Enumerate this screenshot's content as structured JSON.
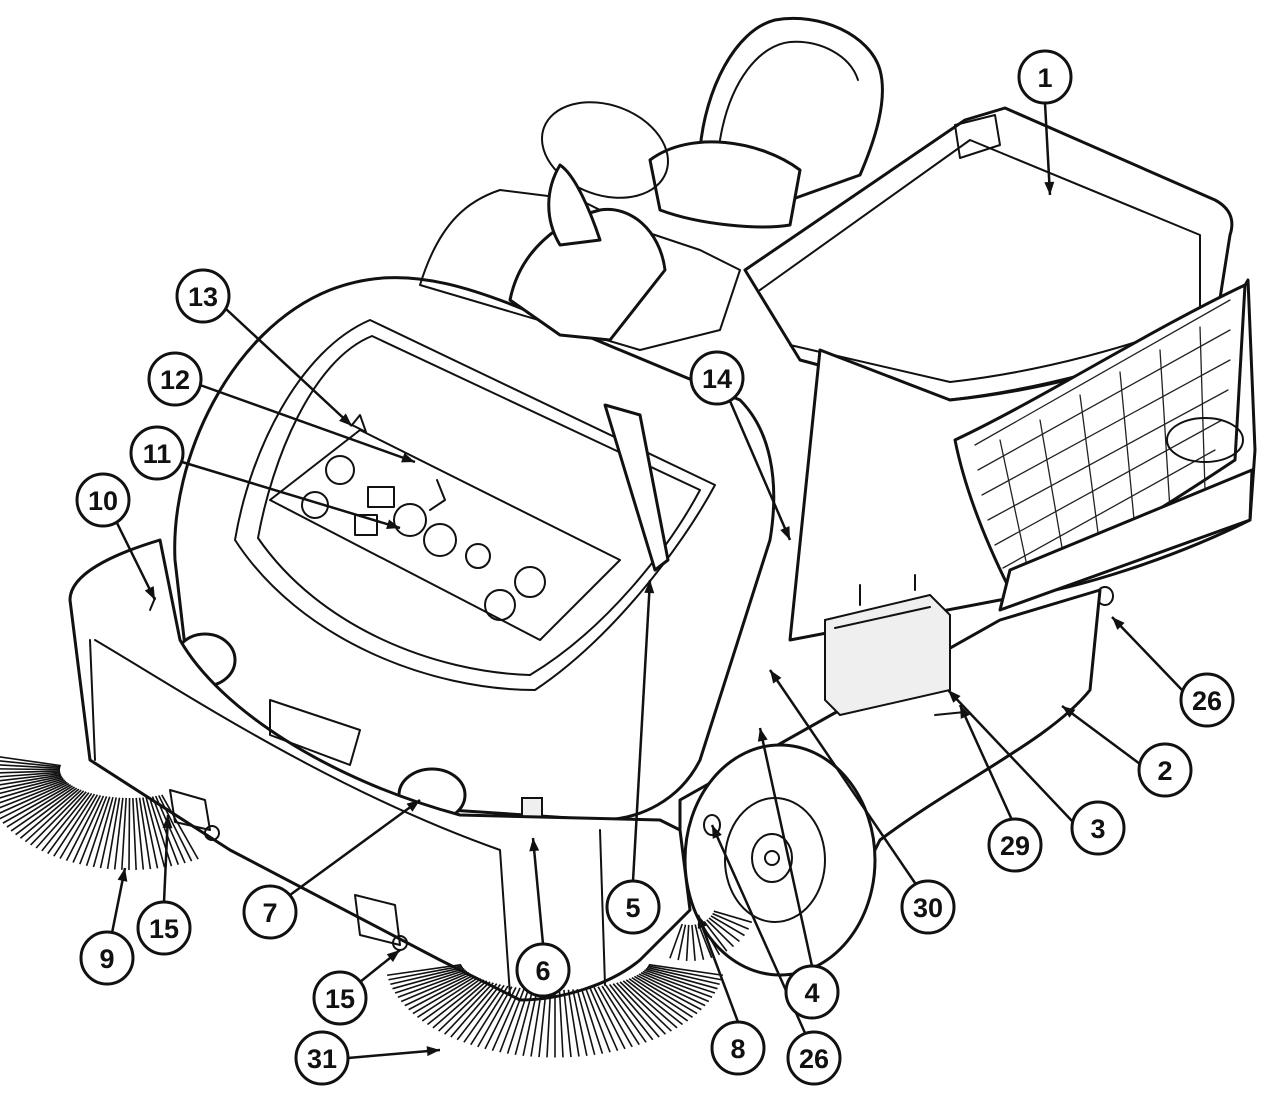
{
  "callouts": [
    {
      "id": "c1",
      "label": "1"
    },
    {
      "id": "c2",
      "label": "2"
    },
    {
      "id": "c3",
      "label": "3"
    },
    {
      "id": "c4",
      "label": "4"
    },
    {
      "id": "c5",
      "label": "5"
    },
    {
      "id": "c6",
      "label": "6"
    },
    {
      "id": "c7",
      "label": "7"
    },
    {
      "id": "c8",
      "label": "8"
    },
    {
      "id": "c9",
      "label": "9"
    },
    {
      "id": "c10",
      "label": "10"
    },
    {
      "id": "c11",
      "label": "11"
    },
    {
      "id": "c12",
      "label": "12"
    },
    {
      "id": "c13",
      "label": "13"
    },
    {
      "id": "c14",
      "label": "14"
    },
    {
      "id": "c15a",
      "label": "15"
    },
    {
      "id": "c15b",
      "label": "15"
    },
    {
      "id": "c26a",
      "label": "26"
    },
    {
      "id": "c26b",
      "label": "26"
    },
    {
      "id": "c29",
      "label": "29"
    },
    {
      "id": "c30",
      "label": "30"
    },
    {
      "id": "c31",
      "label": "31"
    }
  ]
}
